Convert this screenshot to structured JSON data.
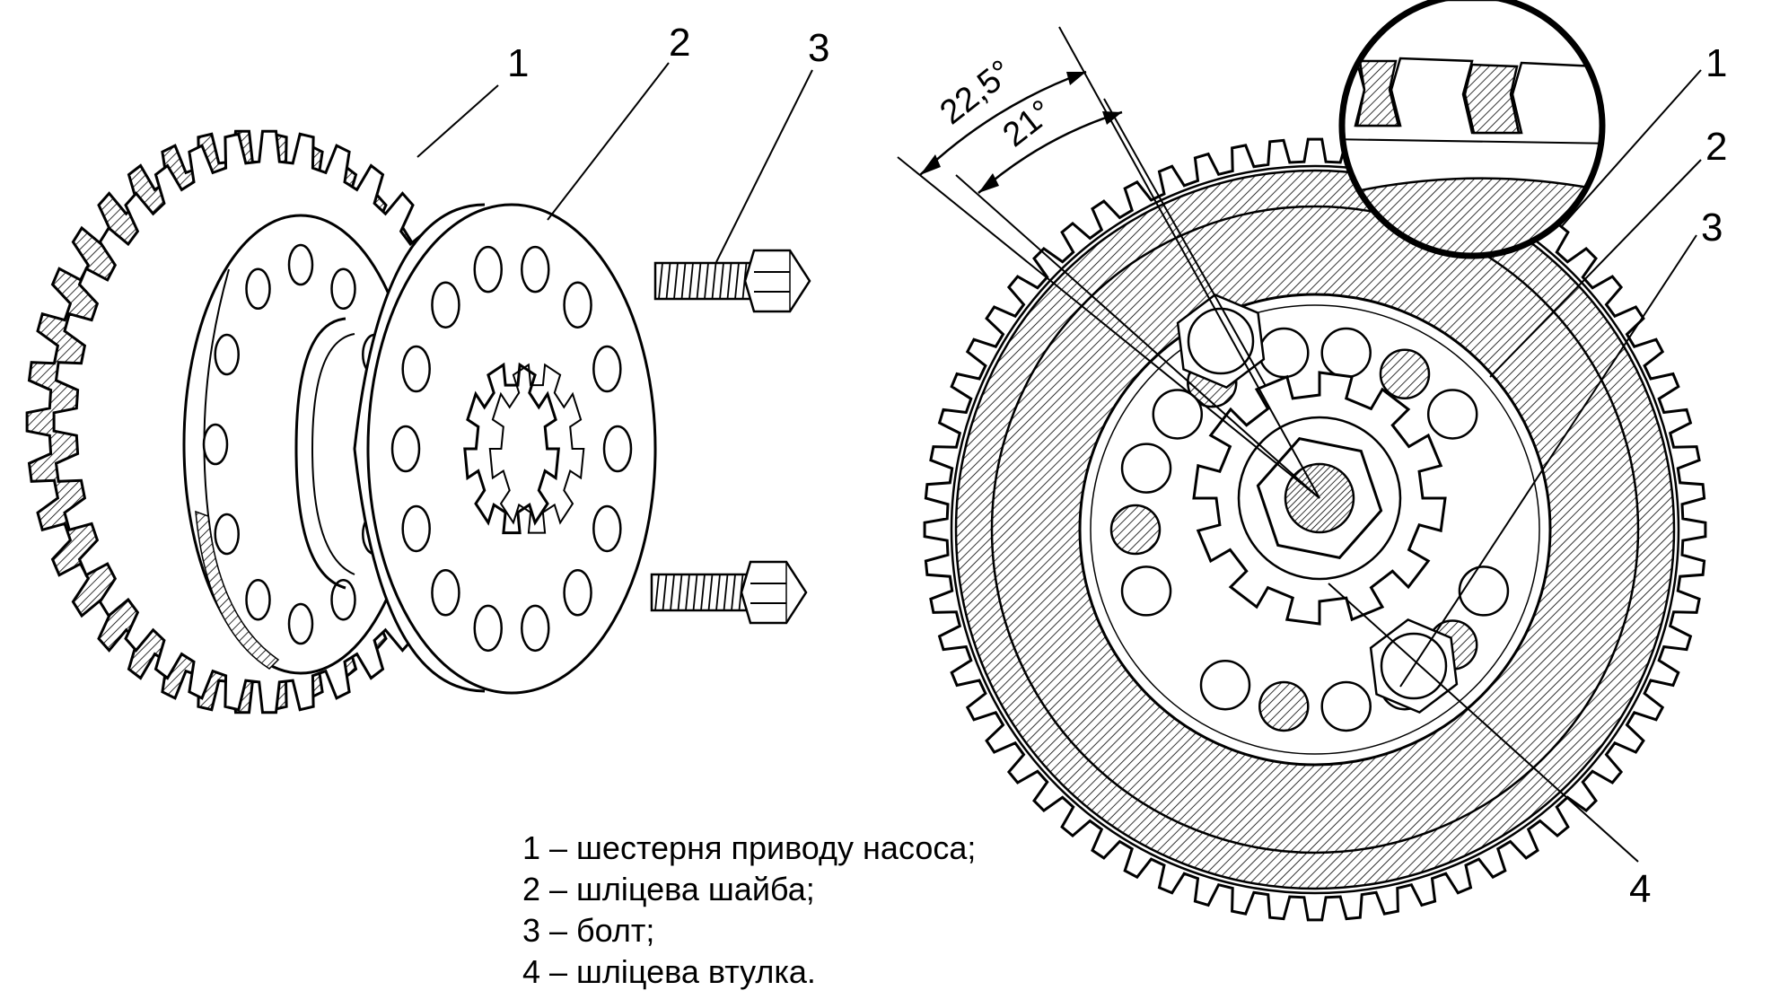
{
  "left_callouts": [
    "1",
    "2",
    "3"
  ],
  "right_callouts": [
    "1",
    "2",
    "3",
    "4"
  ],
  "angles": {
    "outer": "22,5°",
    "inner": "21°"
  },
  "legend": [
    "1 – шестерня приводу насоса;",
    "2 – шліцева шайба;",
    "3 – болт;",
    "4 – шліцева втулка."
  ],
  "gear_teeth": {
    "left_gear": 36,
    "right_gear": 64
  },
  "colors": {
    "ink": "#000000",
    "paper": "#ffffff",
    "hatch": "#000000"
  }
}
